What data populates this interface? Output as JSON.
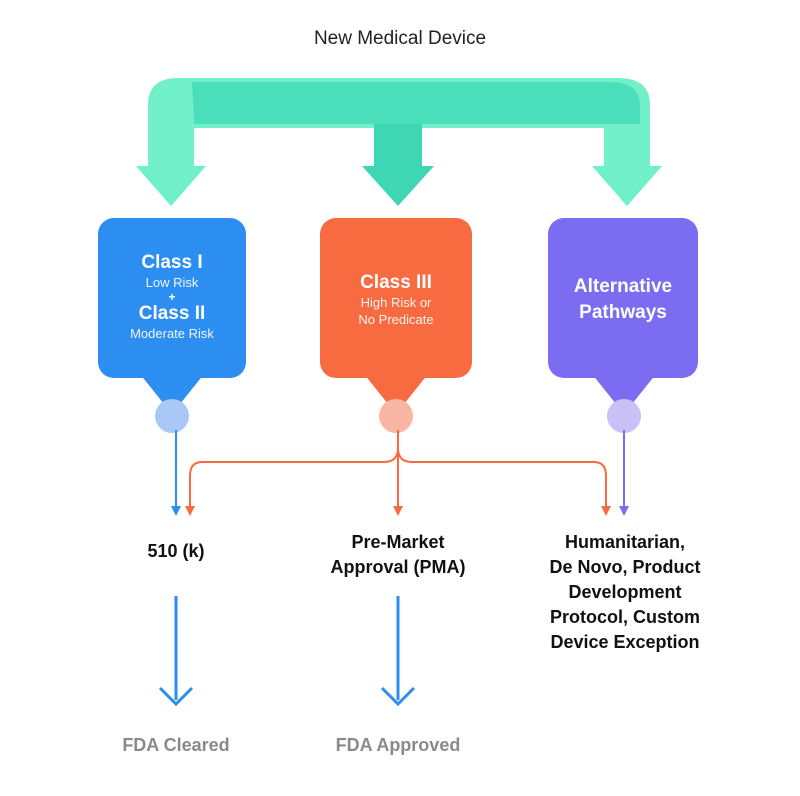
{
  "title": "New Medical Device",
  "boxes": {
    "class1": {
      "title1": "Class I",
      "sub1": "Low Risk",
      "plus": "+",
      "title2": "Class II",
      "sub2": "Moderate Risk",
      "color": "#2d8ef2"
    },
    "class3": {
      "title": "Class III",
      "sub_line1": "High Risk or",
      "sub_line2": "No Predicate",
      "color": "#f86a3f"
    },
    "alt": {
      "title_line1": "Alternative",
      "title_line2": "Pathways",
      "color": "#7b6cf2"
    }
  },
  "pathways": {
    "k510": "510 (k)",
    "pma_line1": "Pre-Market",
    "pma_line2": "Approval (PMA)",
    "alt_lines": [
      "Humanitarian,",
      "De Novo, Product",
      "Development",
      "Protocol, Custom",
      "Device Exception"
    ]
  },
  "outcomes": {
    "cleared": "FDA Cleared",
    "approved": "FDA Approved"
  },
  "colors": {
    "teal_light": "#6ff0c8",
    "teal_dark": "#3fd6b4",
    "blue": "#2d8ef2",
    "orange": "#f86a3f",
    "purple": "#7b6cf2"
  }
}
